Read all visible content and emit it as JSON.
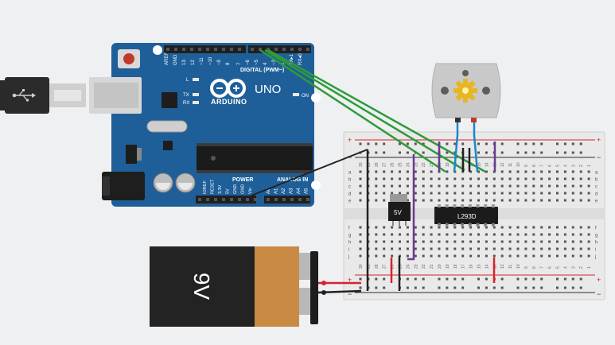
{
  "arduino": {
    "brand": "ARDUINO",
    "model": "UNO",
    "digital_header": "DIGITAL (PWM~)",
    "power_header": "POWER",
    "analog_header": "ANALOG IN",
    "pin_labels_top": [
      "AREF",
      "GND",
      "13",
      "12",
      "~11",
      "~10",
      "~9",
      "8",
      "7",
      "~6",
      "~5",
      "4",
      "~3",
      "2",
      "TX▸1",
      "RX◂0"
    ],
    "pin_labels_power": [
      "IOREF",
      "RESET",
      "3.3V",
      "5V",
      "GND",
      "GND",
      "Vin"
    ],
    "pin_labels_analog": [
      "A0",
      "A1",
      "A2",
      "A3",
      "A4",
      "A5"
    ],
    "led_labels": {
      "l": "L",
      "tx": "TX",
      "rx": "RX",
      "on": "ON"
    }
  },
  "usb": {
    "icon": "usb-icon"
  },
  "motor": {
    "icon": "dc-motor-icon"
  },
  "chips": {
    "driver": "L293D",
    "regulator": "5V"
  },
  "battery": {
    "label": "9V"
  },
  "breadboard": {
    "plus": "+",
    "minus": "−",
    "row_letters_top": [
      "a",
      "b",
      "c",
      "d",
      "e"
    ],
    "row_letters_bottom": [
      "f",
      "g",
      "h",
      "i",
      "j"
    ],
    "column_numbers": [
      "30",
      "29",
      "28",
      "27",
      "26",
      "25",
      "24",
      "23",
      "22",
      "21",
      "20",
      "19",
      "18",
      "17",
      "16",
      "15",
      "14",
      "13",
      "12",
      "11",
      "10",
      "9",
      "8",
      "7",
      "6",
      "5",
      "4",
      "3",
      "2",
      "1"
    ]
  },
  "colors": {
    "board": "#1f5f99",
    "wire_green": "#2e9b3a",
    "wire_purple": "#6b3a93",
    "wire_blue": "#1a87c8",
    "wire_red": "#d8232a",
    "wire_black": "#222222",
    "battery_orange": "#c98a44"
  }
}
